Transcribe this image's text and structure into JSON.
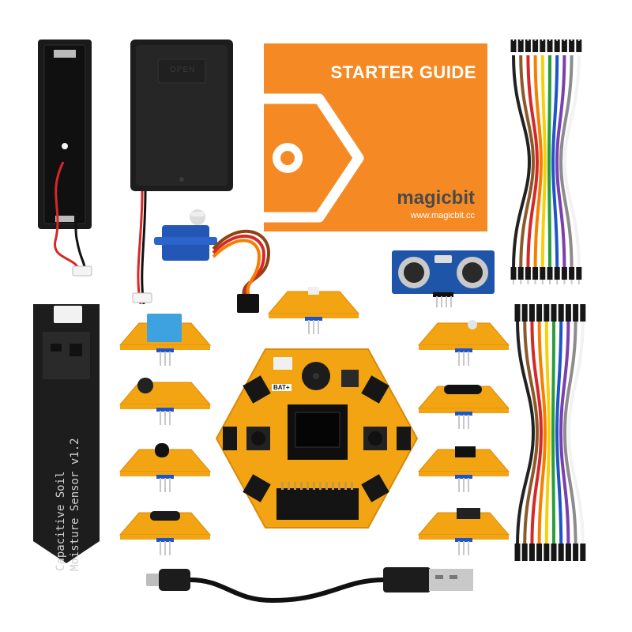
{
  "guide": {
    "title": "STARTER GUIDE",
    "brand": "magicbit",
    "url": "www.magicbit.cc"
  },
  "battery_box": {
    "lid_text": "OPEN"
  },
  "soil_sensor": {
    "line1": "Capacitive Soil",
    "line2": "Moisture Sensor v1.2"
  },
  "main_board": {
    "label": "BAT+"
  },
  "sensor_boards": [
    {
      "name": "dht11"
    },
    {
      "name": "ldr-sensor"
    },
    {
      "name": "ir-receiver"
    },
    {
      "name": "potentiometer"
    },
    {
      "name": "led-module"
    },
    {
      "name": "tilt-switch"
    },
    {
      "name": "ir-sensor"
    },
    {
      "name": "line-sensor"
    },
    {
      "name": "top-center-module"
    }
  ],
  "colors": {
    "board": "#f2a413",
    "board_dark": "#d98a08",
    "guide_orange": "#f58a25",
    "sensor_black": "#1d1d1d",
    "dht_blue": "#3ea2e0",
    "ultrasonic_blue": "#1f55a8",
    "servo_blue": "#2356b5"
  },
  "jumper_colors": [
    "#222222",
    "#8b5a2b",
    "#d62828",
    "#f77f00",
    "#f6d10a",
    "#2a9d3b",
    "#1e56c9",
    "#7a3fb0",
    "#8c8c8c",
    "#f2f2f2"
  ]
}
